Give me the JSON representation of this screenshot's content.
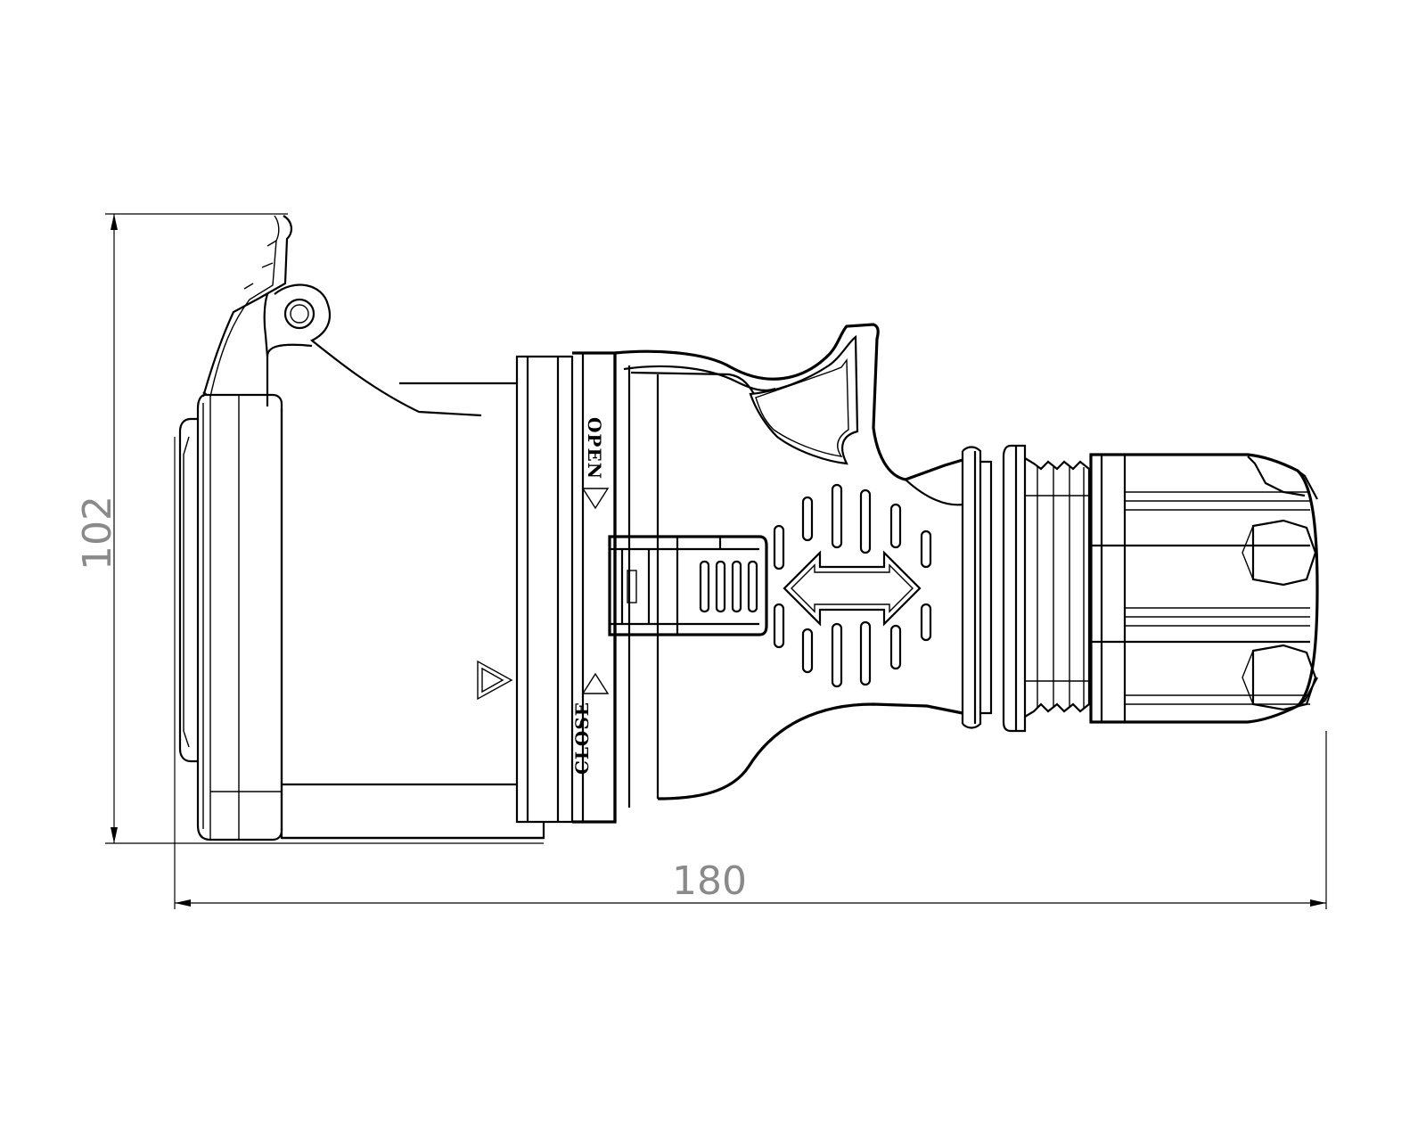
{
  "drawing": {
    "dimensions": {
      "height": {
        "value": "102"
      },
      "length": {
        "value": "180"
      }
    },
    "labels": {
      "open": "OPEN",
      "close": "CLOSE"
    }
  }
}
